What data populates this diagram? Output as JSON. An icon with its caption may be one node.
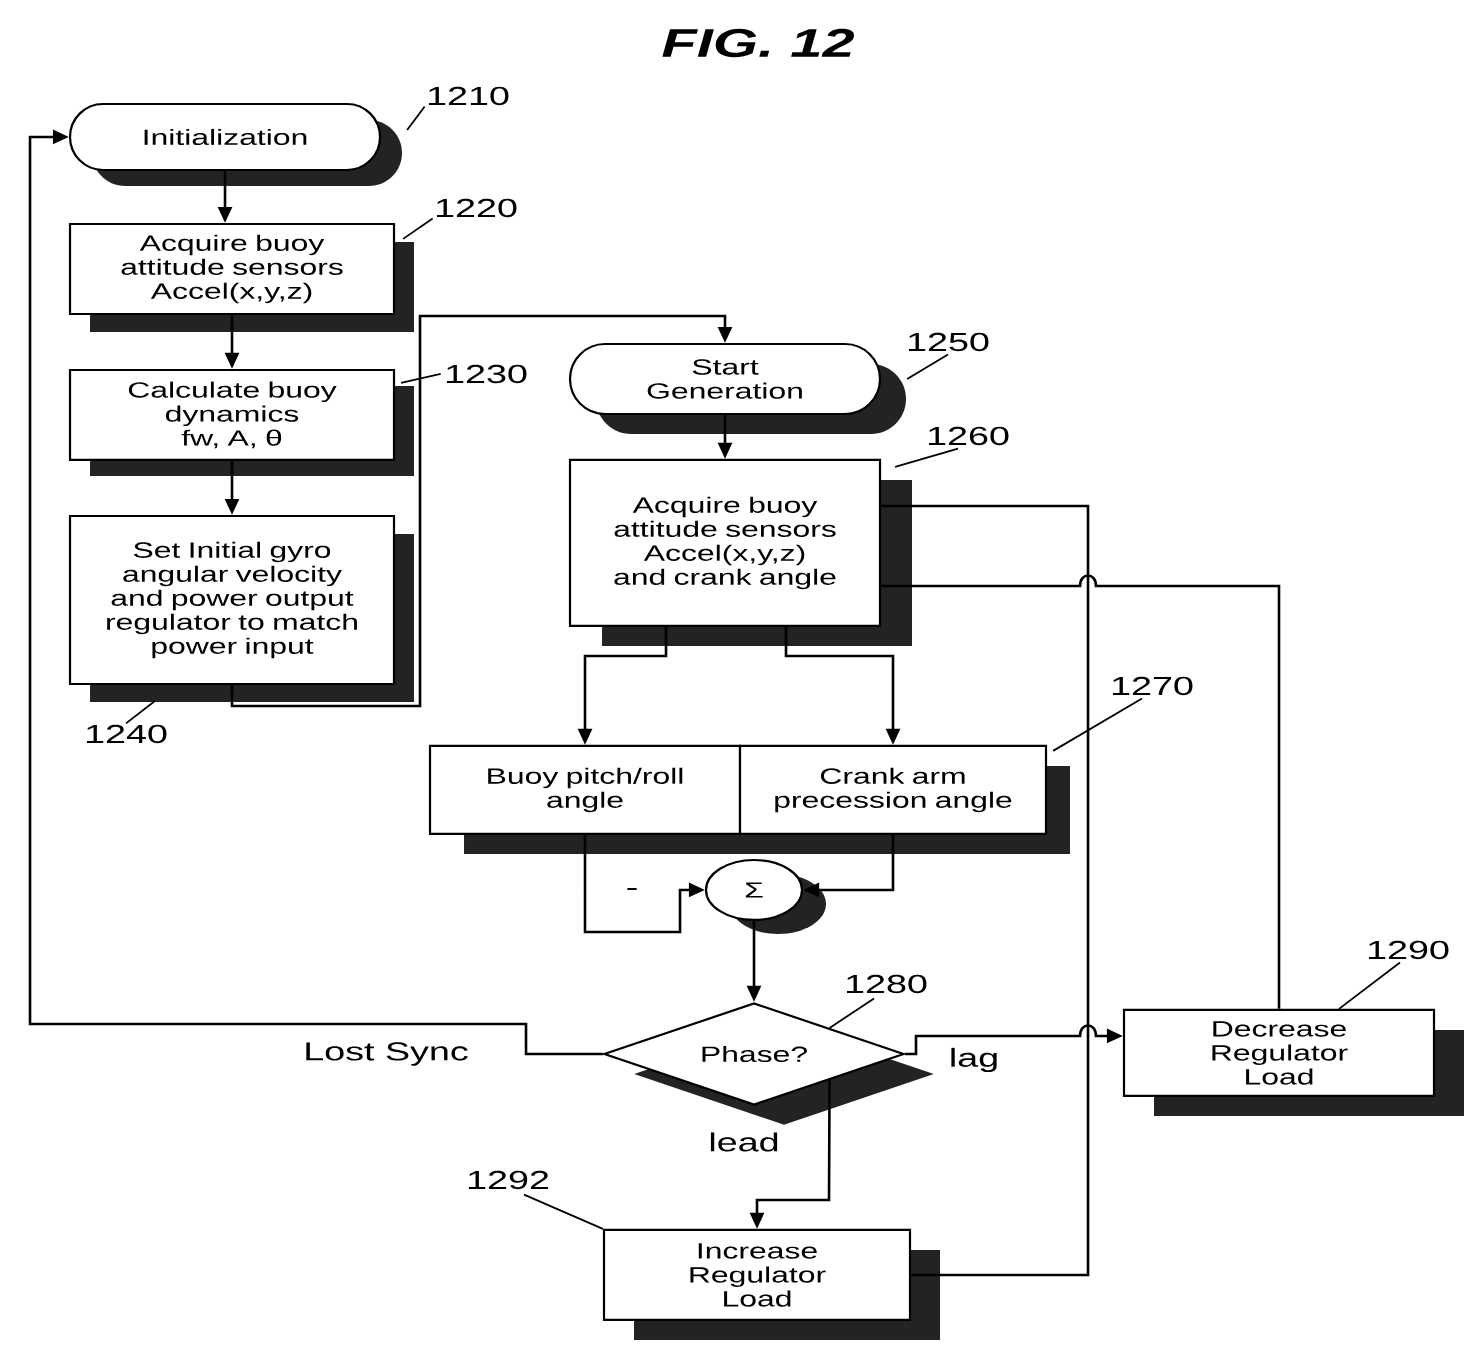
{
  "diagram": {
    "title": "FIG. 12",
    "nodes": [
      {
        "text": [
          "Initialization"
        ]
      },
      {
        "text": [
          "Acquire buoy attitude sensors Accel(x,y,z)"
        ]
      },
      {
        "text": [
          "Calculate buoy dynamics",
          "fw, A, θ"
        ]
      },
      {
        "text": [
          "Set Initial gyro angular velocity and power output regulator to match power input"
        ]
      },
      {
        "text": [
          "Start Generation"
        ]
      },
      {
        "text": [
          "Acquire buoy attitude sensors Accel(x,y,z) and crank angle"
        ]
      },
      {
        "text": [
          "Buoy pitch/roll angle"
        ]
      },
      {
        "text": [
          "Crank arm precession angle"
        ]
      },
      {
        "text": [
          "Σ"
        ]
      },
      {
        "text": [
          "Phase?"
        ]
      },
      {
        "text": [
          "Decrease Regulator Load"
        ]
      },
      {
        "text": [
          "Increase Regulator Load"
        ]
      },
      {
        "text": [
          "1210"
        ]
      },
      {
        "text": [
          "1220"
        ]
      },
      {
        "text": [
          "1230"
        ]
      },
      {
        "text": [
          "1240"
        ]
      },
      {
        "text": [
          "1250"
        ]
      },
      {
        "text": [
          "1260"
        ]
      },
      {
        "text": [
          "1270"
        ]
      },
      {
        "text": [
          "1280"
        ]
      },
      {
        "text": [
          "1290"
        ]
      },
      {
        "text": [
          "1292"
        ]
      }
    ],
    "edges": [
      {
        "from": 0,
        "to": 1,
        "arrow": "to"
      },
      {
        "from": 1,
        "to": 2,
        "arrow": "to"
      },
      {
        "from": 2,
        "to": 3,
        "arrow": "to"
      },
      {
        "from": 3,
        "to": 4,
        "arrow": "to"
      },
      {
        "from": 4,
        "to": 5,
        "arrow": "to"
      },
      {
        "from": 5,
        "to": 6,
        "arrow": "to"
      },
      {
        "from": 5,
        "to": 7,
        "arrow": "to"
      },
      {
        "from": 6,
        "to": 8,
        "arrow": "to",
        "label": "-"
      },
      {
        "from": 7,
        "to": 8,
        "arrow": "to"
      },
      {
        "from": 8,
        "to": 9,
        "arrow": "to"
      },
      {
        "from": 9,
        "to": 0,
        "arrow": "to",
        "label": "Lost Sync"
      },
      {
        "from": 9,
        "to": 10,
        "arrow": "to",
        "label": "lag"
      },
      {
        "from": 9,
        "to": 11,
        "arrow": "to",
        "label": "lead"
      },
      {
        "from": 10,
        "to": 5,
        "arrow": "none"
      },
      {
        "from": 11,
        "to": 5,
        "arrow": "none"
      },
      {
        "from": 12,
        "to": 0,
        "arrow": "none"
      },
      {
        "from": 13,
        "to": 1,
        "arrow": "none"
      },
      {
        "from": 14,
        "to": 2,
        "arrow": "none"
      },
      {
        "from": 15,
        "to": 3,
        "arrow": "none"
      },
      {
        "from": 16,
        "to": 4,
        "arrow": "none"
      },
      {
        "from": 17,
        "to": 5,
        "arrow": "none"
      },
      {
        "from": 18,
        "to": 7,
        "arrow": "none"
      },
      {
        "from": 19,
        "to": 9,
        "arrow": "none"
      },
      {
        "from": 20,
        "to": 10,
        "arrow": "none"
      },
      {
        "from": 21,
        "to": 11,
        "arrow": "none"
      }
    ]
  }
}
